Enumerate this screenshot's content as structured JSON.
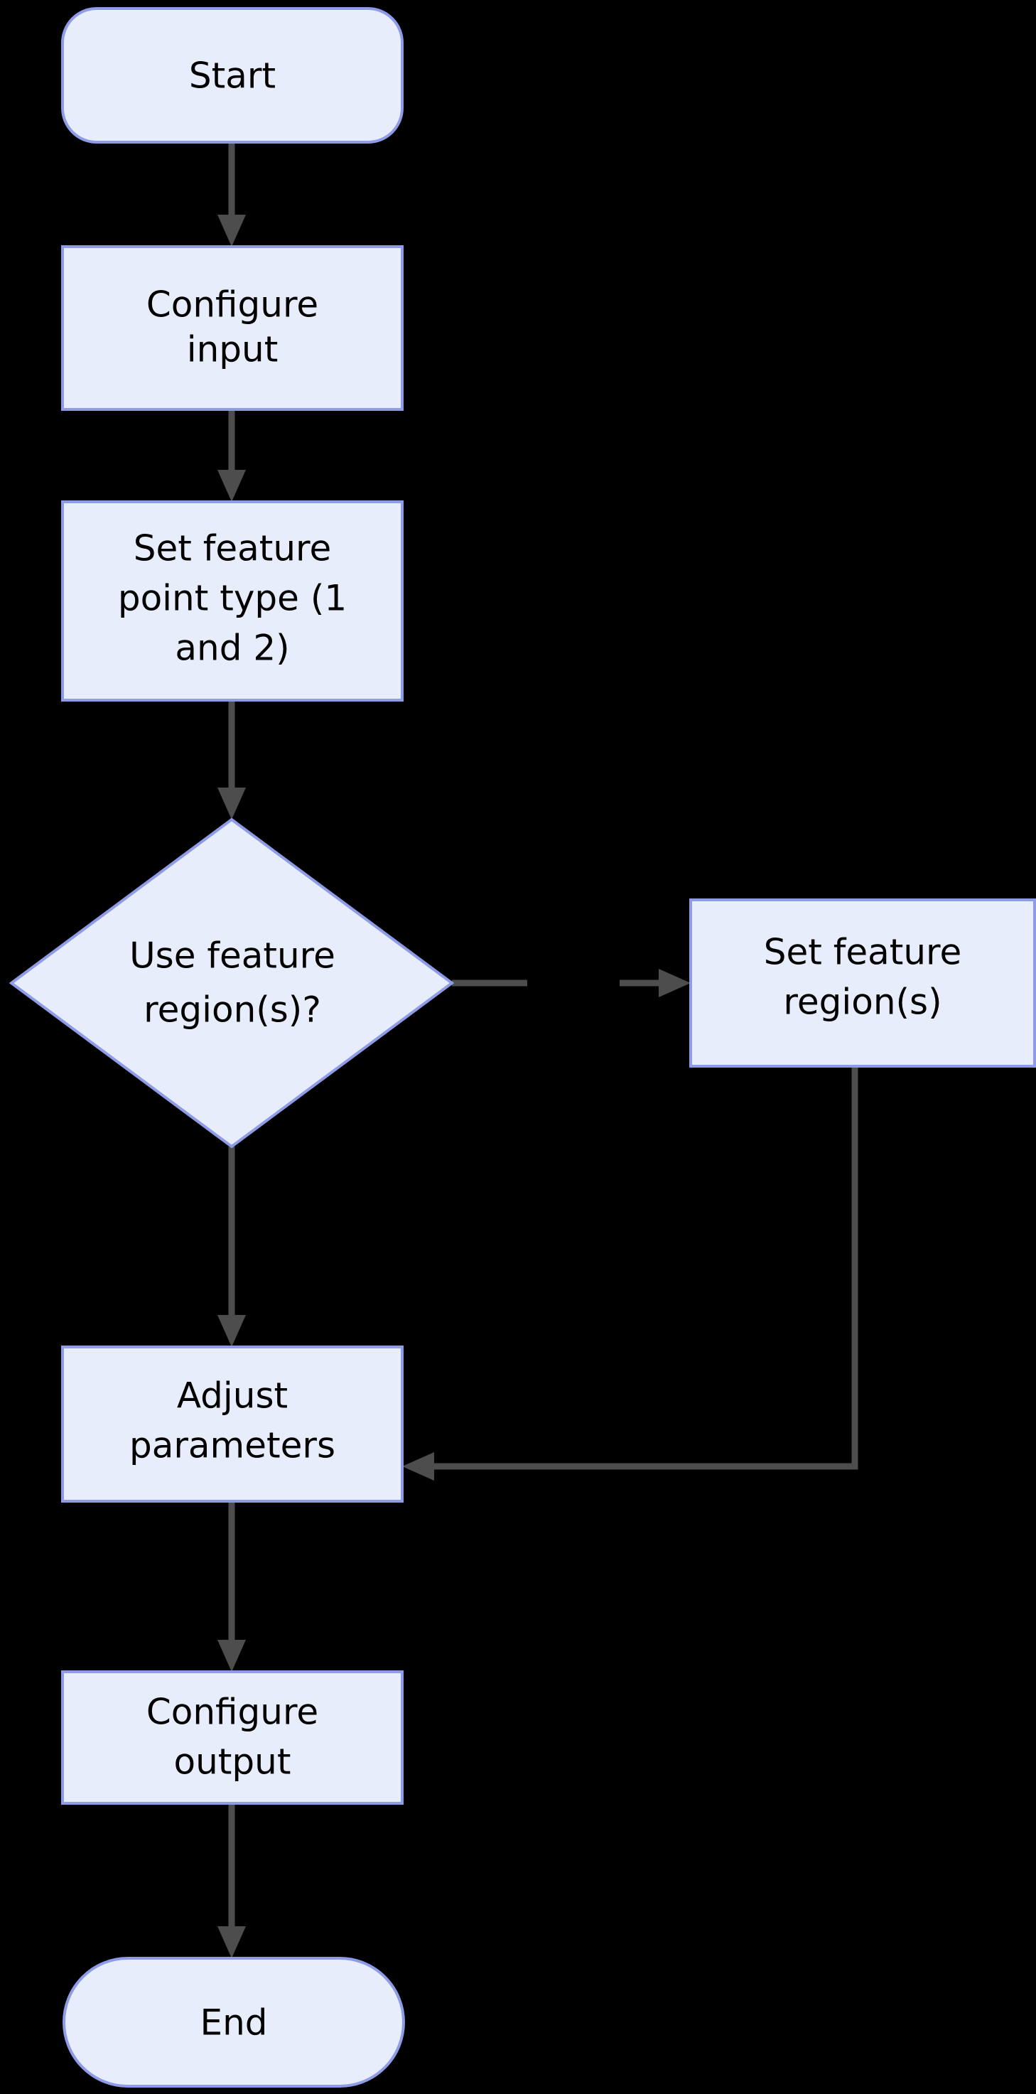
{
  "diagram": {
    "title": "Feature configuration flowchart",
    "type": "flowchart",
    "orientation": "top-to-bottom",
    "background_color": "#000000",
    "node_fill_color": "#e8edfb",
    "node_border_color": "#8e9ce8",
    "edge_color": "#4d4d4d",
    "text_color": "#000000"
  },
  "nodes": [
    {
      "id": "start",
      "shape": "stadium",
      "label": "Start",
      "lines": [
        "Start"
      ]
    },
    {
      "id": "configure_input",
      "shape": "rectangle",
      "label": "Configure input",
      "lines": [
        "Configure",
        "input"
      ]
    },
    {
      "id": "set_point_type",
      "shape": "rectangle",
      "label": "Set feature point type (1 and 2)",
      "lines": [
        "Set feature",
        "point type (1",
        "and 2)"
      ]
    },
    {
      "id": "use_region_decision",
      "shape": "diamond",
      "label": "Use feature region(s)?",
      "lines": [
        "Use feature",
        "region(s)?"
      ]
    },
    {
      "id": "set_feature_region",
      "shape": "rectangle",
      "label": "Set feature region(s)",
      "lines": [
        "Set feature",
        "region(s)"
      ]
    },
    {
      "id": "adjust_parameters",
      "shape": "rectangle",
      "label": "Adjust parameters",
      "lines": [
        "Adjust",
        "parameters"
      ]
    },
    {
      "id": "configure_output",
      "shape": "rectangle",
      "label": "Configure output",
      "lines": [
        "Configure",
        "output"
      ]
    },
    {
      "id": "end",
      "shape": "stadium",
      "label": "End",
      "lines": [
        "End"
      ]
    }
  ],
  "edges": [
    {
      "id": "e1",
      "from": "start",
      "to": "configure_input",
      "label": ""
    },
    {
      "id": "e2",
      "from": "configure_input",
      "to": "set_point_type",
      "label": ""
    },
    {
      "id": "e3",
      "from": "set_point_type",
      "to": "use_region_decision",
      "label": ""
    },
    {
      "id": "e4",
      "from": "use_region_decision",
      "to": "set_feature_region",
      "label": ""
    },
    {
      "id": "e5",
      "from": "use_region_decision",
      "to": "adjust_parameters",
      "label": ""
    },
    {
      "id": "e6",
      "from": "set_feature_region",
      "to": "adjust_parameters",
      "label": ""
    },
    {
      "id": "e7",
      "from": "adjust_parameters",
      "to": "configure_output",
      "label": ""
    },
    {
      "id": "e8",
      "from": "configure_output",
      "to": "end",
      "label": ""
    }
  ]
}
